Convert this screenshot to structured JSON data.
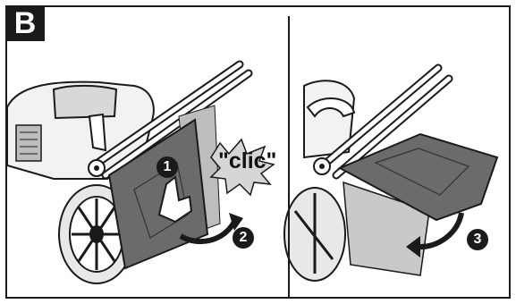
{
  "section": {
    "label": "B"
  },
  "callouts": {
    "sound": "\"clic\"",
    "step1": "1",
    "step2": "2",
    "step3": "3"
  },
  "colors": {
    "ink": "#1a1a1a",
    "panel_fill": "#6b6b6b",
    "panel_light": "#c9c9c9",
    "background": "#ffffff"
  },
  "icons": [
    "hand-pointer-icon",
    "curved-arrow-icon",
    "impact-burst-icon"
  ]
}
